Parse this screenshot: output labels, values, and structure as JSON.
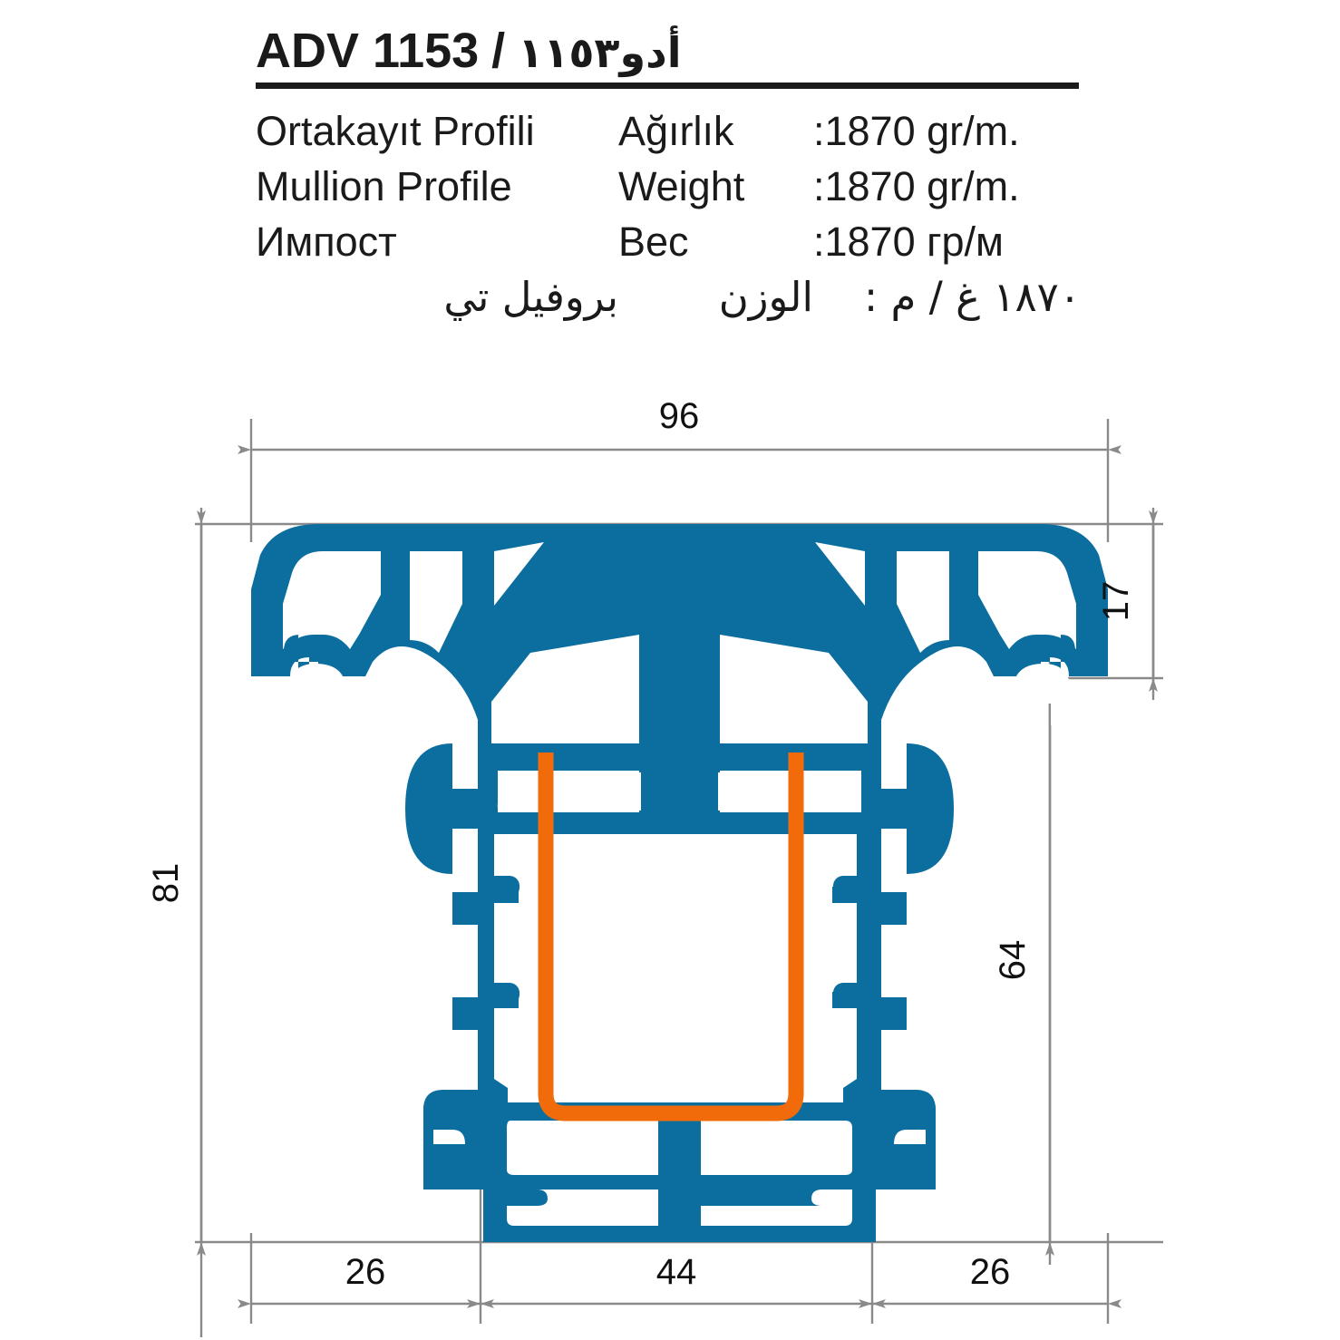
{
  "header": {
    "code": "ADV 1153",
    "separator": "/",
    "code_arabic": "أدو١١٥٣",
    "rows": [
      {
        "name": "Ortakayıt Profili",
        "label": "Ağırlık",
        "value": ":1870 gr/m."
      },
      {
        "name": "Mullion Profile",
        "label": "Weight",
        "value": ":1870 gr/m."
      },
      {
        "name": "Импост",
        "label": "Вес",
        "value": ":1870 гр/м"
      }
    ],
    "arabic_row": {
      "name": "بروفيل تي",
      "label": "الوزن",
      "value": "١٨٧٠ غ / م :"
    }
  },
  "drawing": {
    "dimensions": {
      "overall_width": "96",
      "flange_height": "17",
      "overall_height": "81",
      "web_height": "64",
      "left_wing": "26",
      "core_width": "44",
      "right_wing": "26"
    },
    "colors": {
      "profile": "#0C6E9E",
      "reinforcement": "#F26B0A",
      "dimension_line": "#808080",
      "text": "#111111"
    },
    "units": "mm"
  }
}
